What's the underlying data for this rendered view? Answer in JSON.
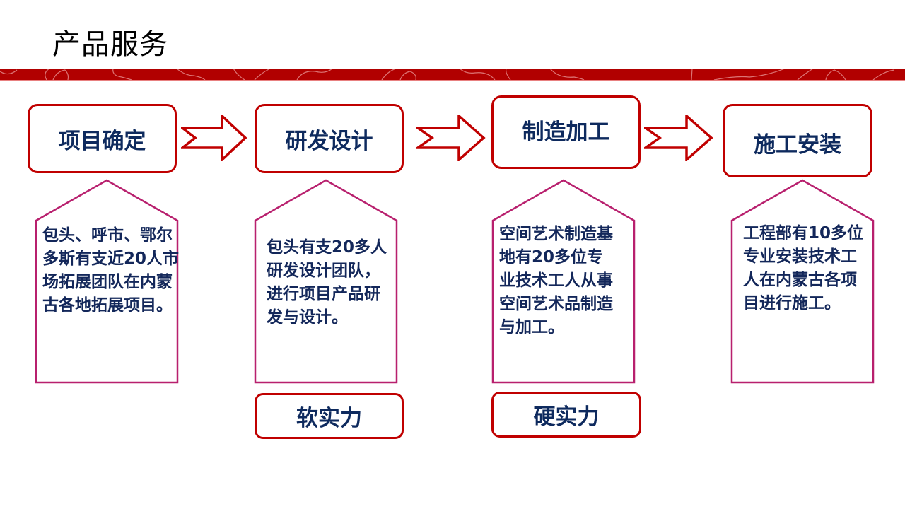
{
  "slide": {
    "title": "产品服务"
  },
  "colors": {
    "accent_red": "#c00000",
    "band_red": "#b10000",
    "house_border": "#b8206e",
    "text_navy": "#0e2a5e"
  },
  "steps": [
    {
      "label": "项目确定"
    },
    {
      "label": "研发设计"
    },
    {
      "label": "制造加工"
    },
    {
      "label": "施工安装"
    }
  ],
  "arrows": [
    {
      "icon": "right-arrow-icon"
    },
    {
      "icon": "right-arrow-icon"
    },
    {
      "icon": "right-arrow-icon"
    }
  ],
  "descriptions": [
    {
      "text": "包头、呼市、鄂尔多斯有支近20人市场拓展团队在内蒙古各地拓展项目。"
    },
    {
      "text": "包头有支20多人研发设计团队，进行项目产品研发与设计。"
    },
    {
      "text": "空间艺术制造基地有20多位专业技术工人从事空间艺术品制造与加工。"
    },
    {
      "text": "工程部有10多位专业安装技术工人在内蒙古各项目进行施工。"
    }
  ],
  "strengths": [
    {
      "label": "软实力"
    },
    {
      "label": "硬实力"
    }
  ]
}
